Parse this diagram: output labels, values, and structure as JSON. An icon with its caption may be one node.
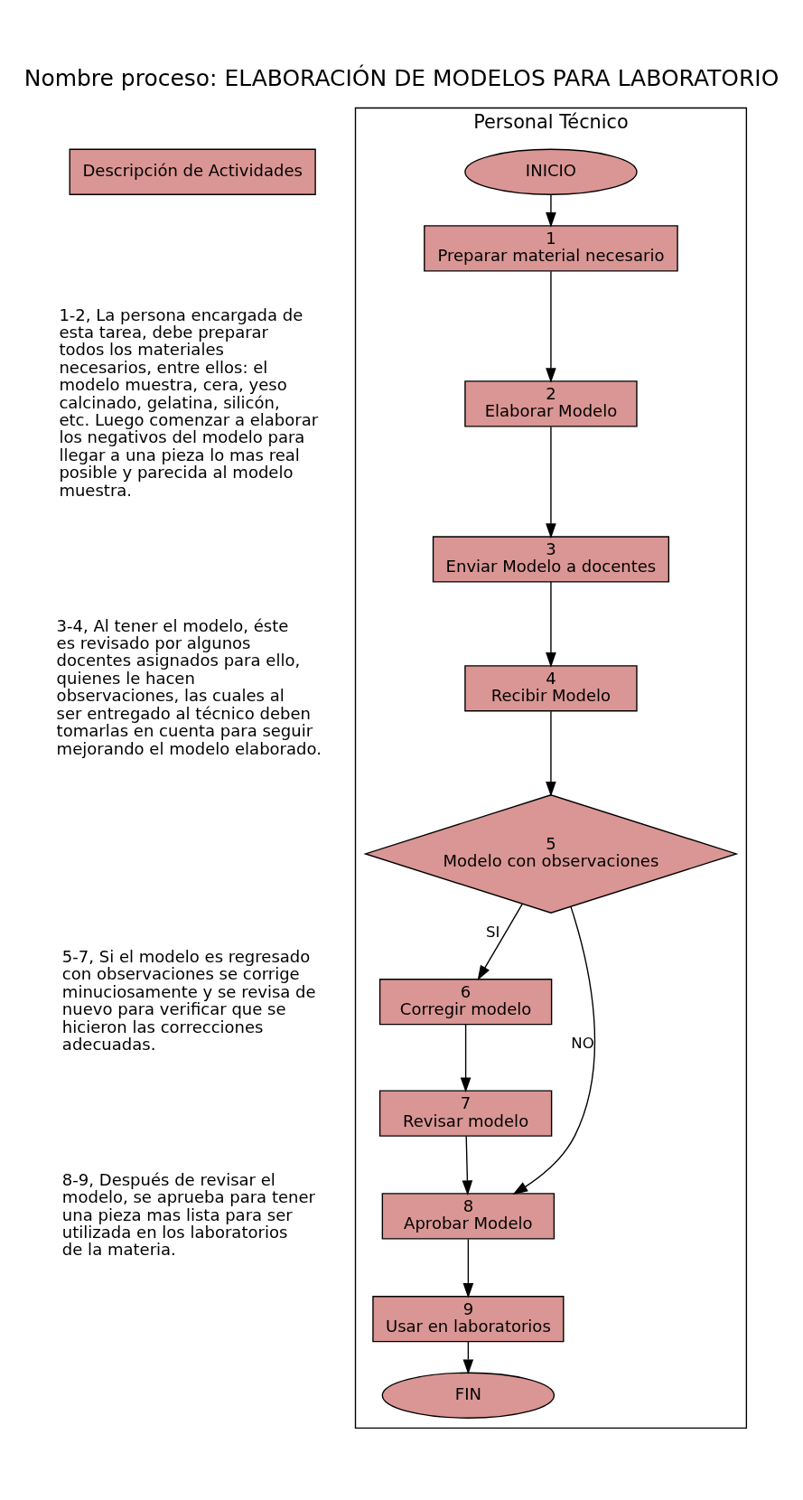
{
  "diagram": {
    "title": "Nombre proceso: ELABORACIÓN DE MODELOS PARA LABORATORIO",
    "nodes": [
      {
        "text": [
          "Descripción de Actividades"
        ]
      },
      {
        "text": [
          "Personal Técnico"
        ]
      },
      {
        "text": [
          "INICIO"
        ],
        "in": 1
      },
      {
        "text": [
          "1",
          "Preparar material necesario"
        ],
        "in": 1
      },
      {
        "text": [
          "2",
          "Elaborar Modelo"
        ],
        "in": 1
      },
      {
        "text": [
          "3",
          "Enviar Modelo a docentes"
        ],
        "in": 1
      },
      {
        "text": [
          "4",
          "Recibir Modelo"
        ],
        "in": 1
      },
      {
        "text": [
          "5",
          "Modelo con observaciones"
        ],
        "in": 1
      },
      {
        "text": [
          "6",
          "Corregir modelo"
        ],
        "in": 1
      },
      {
        "text": [
          "7",
          "Revisar modelo"
        ],
        "in": 1
      },
      {
        "text": [
          "8",
          "Aprobar Modelo"
        ],
        "in": 1
      },
      {
        "text": [
          "9",
          "Usar en laboratorios"
        ],
        "in": 1
      },
      {
        "text": [
          "FIN"
        ],
        "in": 1
      }
    ],
    "edges": [
      {
        "from": 2,
        "to": 3,
        "arrow": "to"
      },
      {
        "from": 3,
        "to": 4,
        "arrow": "to"
      },
      {
        "from": 4,
        "to": 5,
        "arrow": "to"
      },
      {
        "from": 5,
        "to": 6,
        "arrow": "to"
      },
      {
        "from": 6,
        "to": 7,
        "arrow": "to"
      },
      {
        "from": 7,
        "to": 8,
        "arrow": "to",
        "label": "SI"
      },
      {
        "from": 7,
        "to": 10,
        "arrow": "to",
        "label": "NO"
      },
      {
        "from": 8,
        "to": 9,
        "arrow": "to"
      },
      {
        "from": 9,
        "to": 10,
        "arrow": "to"
      },
      {
        "from": 10,
        "to": 11,
        "arrow": "to"
      },
      {
        "from": 11,
        "to": 12,
        "arrow": "to"
      }
    ],
    "labels": [
      "1-2, La persona encargada de esta tarea, debe preparar todos los materiales necesarios, entre ellos: el modelo muestra, cera, yeso calcinado, gelatina, silicón, etc. Luego comenzar a elaborar los negativos del modelo para llegar a una pieza lo mas real posible y parecida al modelo muestra.",
      "3-4, Al tener el modelo, éste es revisado por algunos docentes asignados para ello, quienes le hacen observaciones, las cuales al ser entregado al técnico deben tomarlas en cuenta para seguir mejorando el modelo elaborado.",
      "5-7, Si el modelo es regresado con observaciones se corrige minuciosamente y se revisa de nuevo para verificar que se hicieron las correcciones adecuadas.",
      "8-9, Después de revisar el modelo, se aprueba para tener una pieza mas lista para ser utilizada en los laboratorios de la materia."
    ]
  }
}
